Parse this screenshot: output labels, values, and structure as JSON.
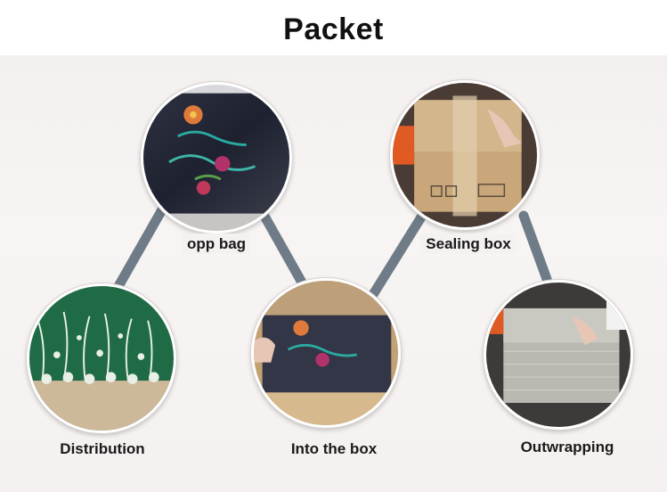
{
  "header": {
    "title": "Packet"
  },
  "steps": [
    {
      "id": "opp-bag",
      "label": "opp bag"
    },
    {
      "id": "sealing-box",
      "label": "Sealing box"
    },
    {
      "id": "distribution",
      "label": "Distribution"
    },
    {
      "id": "into-the-box",
      "label": "Into the box"
    },
    {
      "id": "outwrapping",
      "label": "Outwrapping"
    }
  ],
  "colors": {
    "connector": "#6f7c87",
    "fabric_dark": "#1e2130",
    "fabric_green": "#1f6b45",
    "cardboard": "#c9a77a",
    "wrap_gray": "#b9b9b1"
  }
}
